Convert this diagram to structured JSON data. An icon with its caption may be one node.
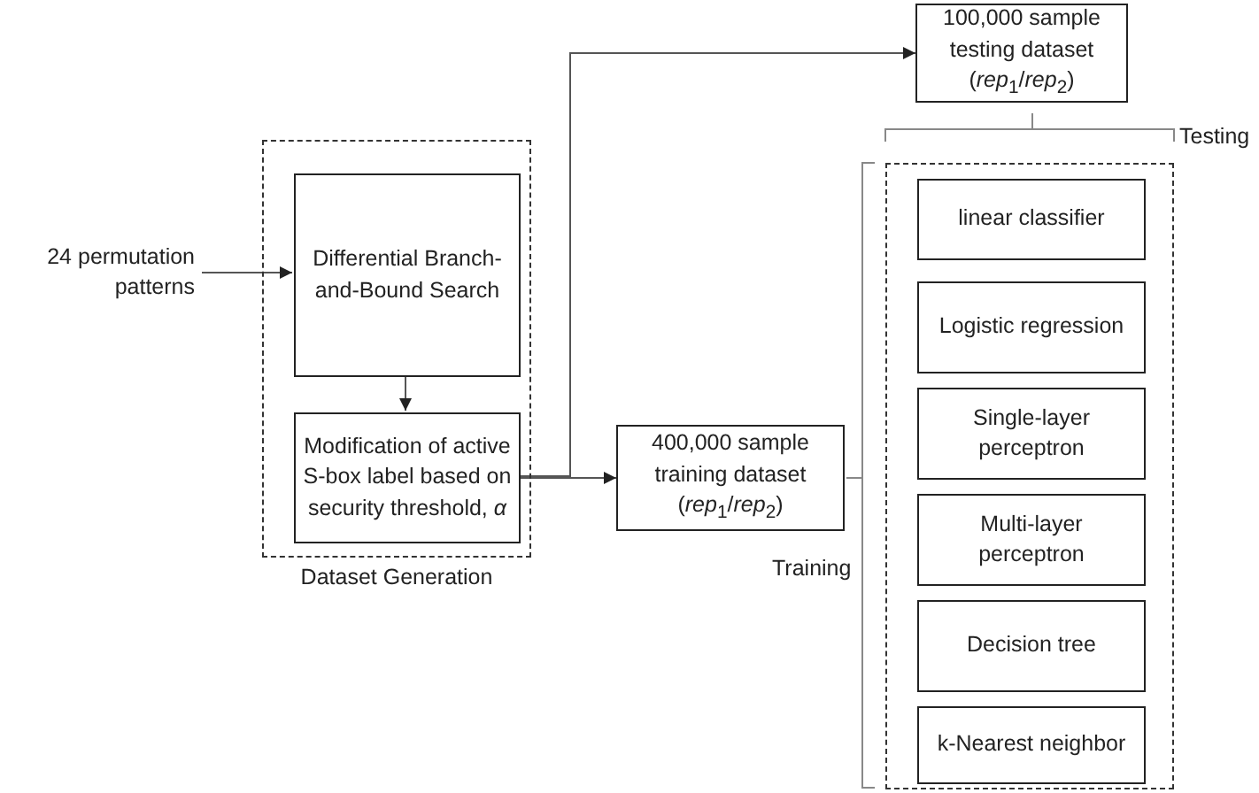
{
  "diagram": {
    "nodes": [
      {
        "text": [
          "24 permutation patterns"
        ]
      },
      {
        "text": [
          "Dataset Generation"
        ]
      },
      {
        "text": [
          "Differential Branch-and-Bound Search"
        ],
        "in": 1
      },
      {
        "text": [
          "Modification of active S-box label based on security threshold, *α*"
        ],
        "in": 1
      },
      {
        "text": [
          "100,000 sample testing dataset (*rep*$_{1}$/*rep*$_{2}$)"
        ]
      },
      {
        "text": [
          "400,000 sample training dataset (*rep*$_{1}$/*rep*$_{2}$)"
        ]
      },
      {
        "text": [],
        "shape": "box"
      },
      {
        "text": [
          "linear classifier"
        ],
        "in": 6
      },
      {
        "text": [
          "Logistic regression"
        ],
        "in": 6
      },
      {
        "text": [
          "Single-layer perceptron"
        ],
        "in": 6
      },
      {
        "text": [
          "Multi-layer perceptron"
        ],
        "in": 6
      },
      {
        "text": [
          "Decision tree"
        ],
        "in": 6
      },
      {
        "text": [
          "k-Nearest neighbor"
        ],
        "in": 6
      }
    ],
    "edges": [
      {
        "from": 0,
        "to": 2,
        "arrow": "to"
      },
      {
        "from": 2,
        "to": 3,
        "arrow": "to"
      },
      {
        "from": 3,
        "to": 4,
        "arrow": "to"
      },
      {
        "from": 3,
        "to": 5,
        "arrow": "to"
      }
    ],
    "labels": [
      "Testing",
      "Training"
    ]
  }
}
